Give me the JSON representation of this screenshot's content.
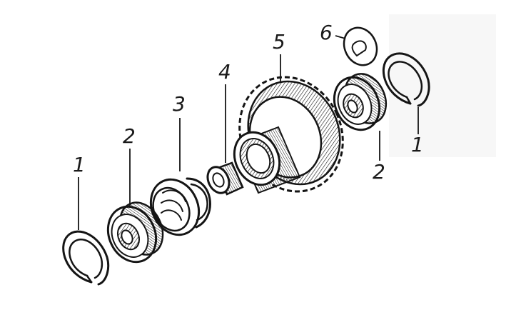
{
  "diagram": {
    "labels": {
      "l1_left": "1",
      "l2_left": "2",
      "l3": "3",
      "l4": "4",
      "l5": "5",
      "l6": "6",
      "l2_right": "2",
      "l1_right": "1"
    },
    "ink_color": "#151515",
    "paper_color": "#ffffff"
  }
}
